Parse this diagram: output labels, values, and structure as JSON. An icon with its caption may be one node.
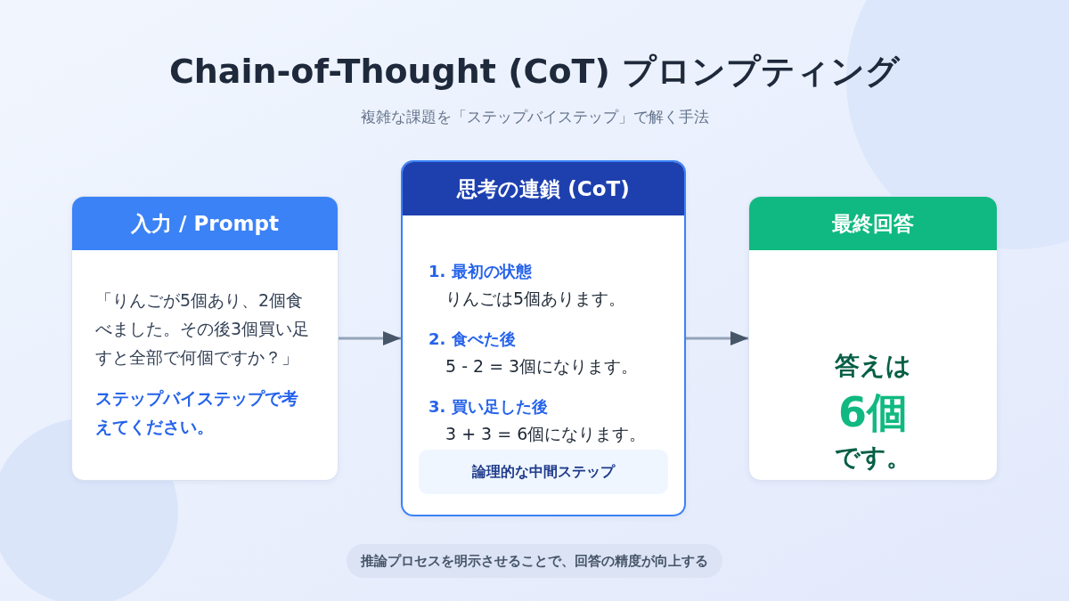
{
  "diagram": {
    "title": "Chain-of-Thought (CoT) プロンプティング",
    "caption": "推論プロセスを明示させることで、回答の精度が向上する",
    "labels": [
      "複雑な課題を「ステップバイステップ」で解く手法"
    ],
    "nodes": [
      {
        "text": [
          "入力 / Prompt",
          "「りんごが5個あり、2個食べました。その後3個買い足すと全部で何個ですか？」",
          "ステップバイステップで考えてください。"
        ]
      },
      {
        "text": [
          "思考の連鎖 (CoT)",
          "1. 最初の状態",
          "りんごは5個あります。",
          "2. 食べた後",
          "5 - 2 = 3個になります。",
          "3. 買い足した後",
          "3 + 3 = 6個になります。"
        ]
      },
      {
        "text": [
          "論理的な中間ステップ"
        ],
        "in": 1
      },
      {
        "text": [
          "最終回答",
          "答えは",
          "6個",
          "です。"
        ]
      }
    ],
    "edges": [
      {
        "from": 0,
        "to": 1,
        "arrow": "to"
      },
      {
        "from": 1,
        "to": 3,
        "arrow": "to"
      }
    ]
  }
}
